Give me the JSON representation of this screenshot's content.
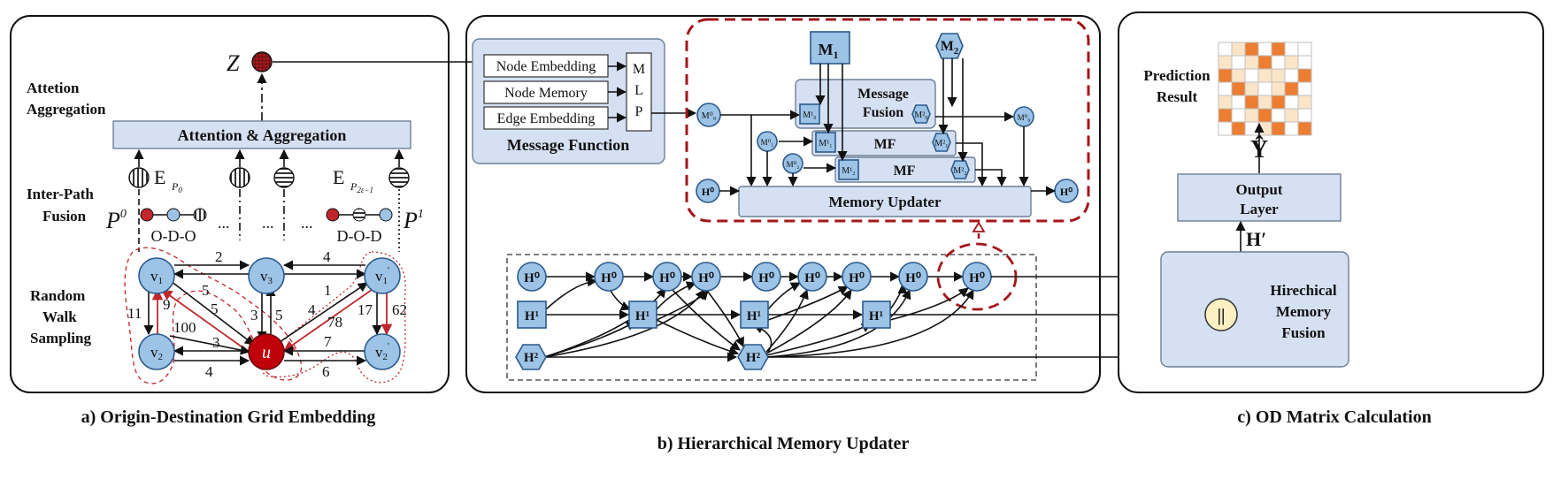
{
  "panel_a": {
    "caption": "a) Origin-Destination Grid Embedding",
    "label_attention": "Attetion\nAggregation",
    "label_interpath": "Inter-Path\nFusion",
    "label_random": "Random\nWalk\nSampling",
    "attention_box": "Attention & Aggregation",
    "z_label": "Z",
    "e_p0": "E",
    "e_p0_sub": "P0",
    "e_p2": "E",
    "e_p2_sub": "P2ε−1",
    "p0": "P",
    "p0_sup": "0",
    "p1": "P",
    "p1_sup": "1",
    "odo": "O-D-O",
    "dod": "D-O-D",
    "dots": "...",
    "graph_nodes": [
      "v1",
      "v3",
      "v1'",
      "v2",
      "u",
      "v2'"
    ],
    "edge_weights": [
      "2",
      "4",
      "5",
      "5",
      "1",
      "4",
      "11",
      "9",
      "100",
      "3",
      "3",
      "5",
      "78",
      "17",
      "62",
      "7",
      "4",
      "6"
    ]
  },
  "panel_b": {
    "caption": "b) Hierarchical Memory Updater",
    "node_embedding": "Node Embedding",
    "node_memory": "Node Memory",
    "edge_embedding": "Edge Embedding",
    "mlp": [
      "M",
      "L",
      "P"
    ],
    "message_function": "Message Function",
    "m1": "M1",
    "m2": "M2",
    "message_fusion": "Message\nFusion",
    "mf1": "MF",
    "mf2": "MF",
    "memory_updater": "Memory Updater",
    "h0": "H0",
    "h1": "H1",
    "h2": "H2"
  },
  "panel_c": {
    "caption": "c) OD Matrix Calculation",
    "prediction": "Prediction\nResult",
    "y_hat": "Ŷ",
    "output_layer": "Output\nLayer",
    "h_prime": "H′",
    "hmf": "Hirechical\nMemory\nFusion",
    "concat": "||",
    "colors": {
      "orange": "#ed7d31",
      "cream": "#fbe5c8",
      "grid": "#bfbfbf"
    }
  }
}
